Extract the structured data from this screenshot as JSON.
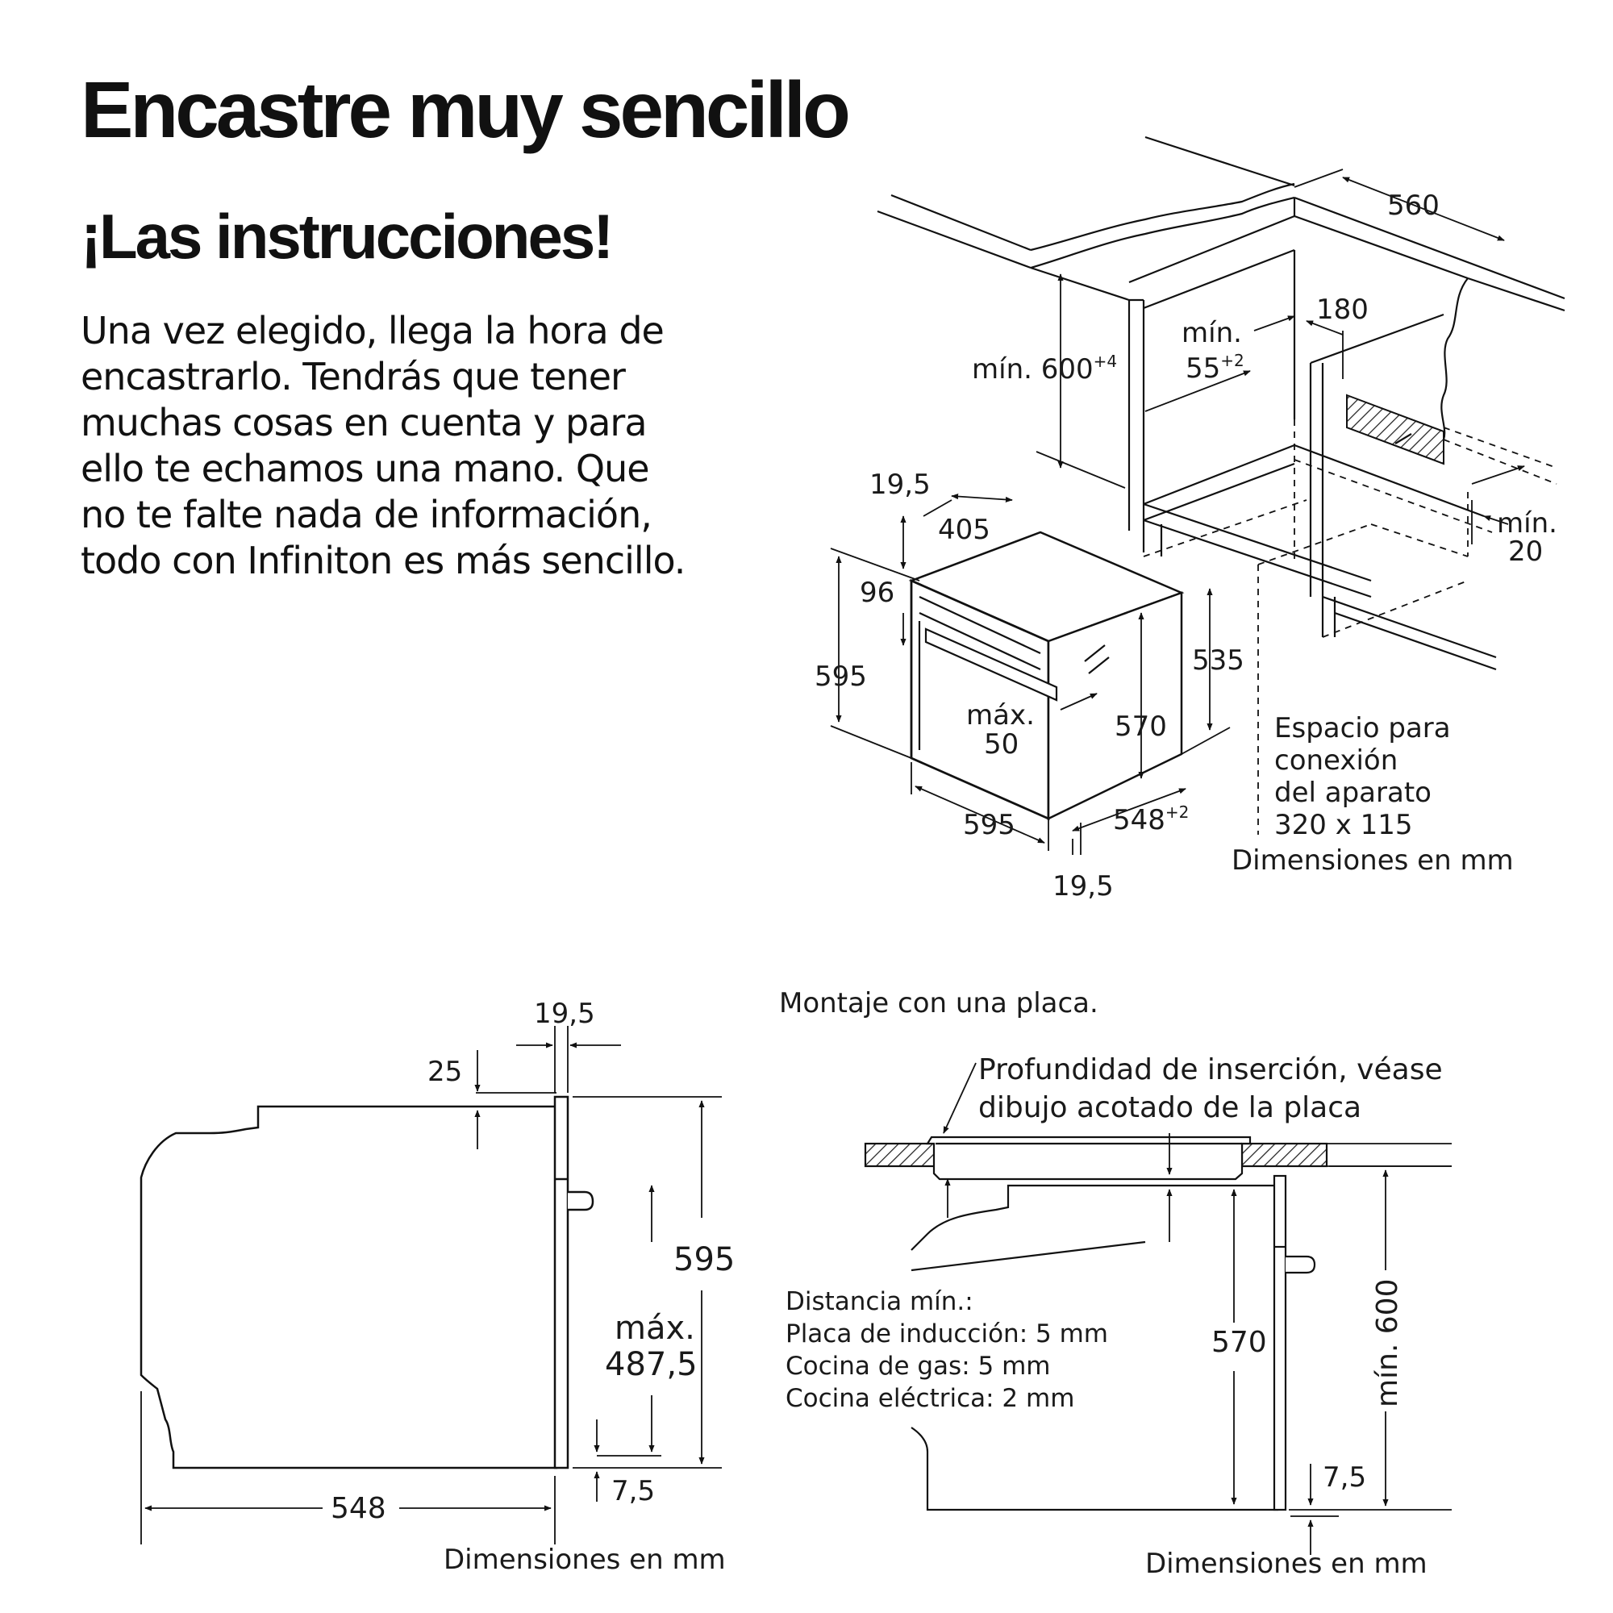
{
  "header": {
    "title": "Encastre muy sencillo",
    "subtitle": "¡Las instrucciones!"
  },
  "intro": {
    "lines": [
      "Una vez elegido, llega la hora de",
      "encastrarlo. Tendrás que tener",
      "muchas cosas en cuenta y para",
      "ello te echamos una mano. Que",
      "no te falte nada de información,",
      "todo con Infiniton es más sencillo."
    ]
  },
  "iso": {
    "dim_560": "560",
    "dim_180": "180",
    "min_label": "mín.",
    "min55_value": "55",
    "min55_sup": "+2",
    "min600_value": "mín. 600",
    "min600_sup": "+4",
    "min20_label": "mín.",
    "min20_value": "20",
    "dim_19_5_top": "19,5",
    "dim_405": "405",
    "dim_96": "96",
    "dim_595_h": "595",
    "dim_535": "535",
    "max_label": "máx.",
    "max_value": "50",
    "dim_570": "570",
    "dim_595_w": "595",
    "dim_548_value": "548",
    "dim_548_sup": "+2",
    "dim_19_5_bottom": "19,5",
    "connection": [
      "Espacio para",
      "conexión",
      "del aparato",
      "320 x 115"
    ],
    "units": "Dimensiones en mm"
  },
  "side": {
    "dim_19_5": "19,5",
    "dim_25": "25",
    "dim_595": "595",
    "max_label": "máx.",
    "max_value": "487,5",
    "dim_7_5": "7,5",
    "dim_548": "548",
    "units": "Dimensiones en mm"
  },
  "hob": {
    "heading": "Montaje con una placa.",
    "depth_note": [
      "Profundidad de inserción, véase",
      "dibujo acotado de la placa"
    ],
    "distance": [
      "Distancia mín.:",
      "Placa de inducción: 5 mm",
      "Cocina de gas: 5 mm",
      "Cocina eléctrica: 2 mm"
    ],
    "dim_570": "570",
    "dim_min600": "mín. 600",
    "dim_7_5": "7,5",
    "units": "Dimensiones en mm"
  }
}
